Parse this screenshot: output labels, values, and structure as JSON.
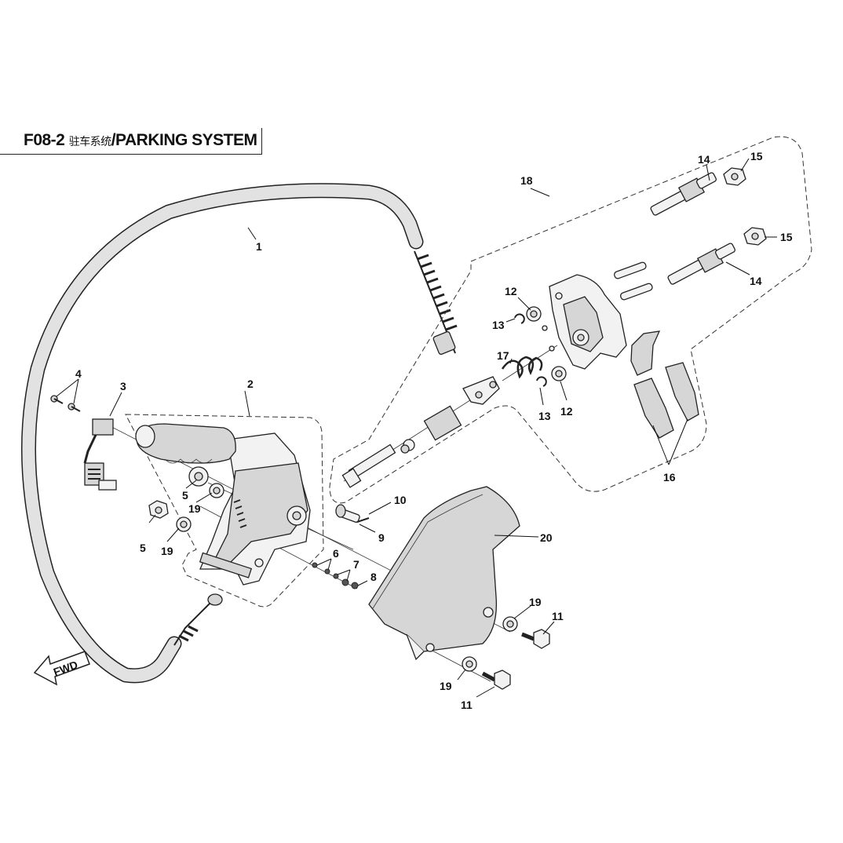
{
  "title": {
    "code": "F08-2",
    "chinese": "驻车系统",
    "english": "/PARKING SYSTEM"
  },
  "fwd_label": "FWD",
  "callouts": {
    "c1": "1",
    "c2": "2",
    "c3": "3",
    "c4": "4",
    "c5a": "5",
    "c5b": "5",
    "c6": "6",
    "c7": "7",
    "c8": "8",
    "c9": "9",
    "c10": "10",
    "c11a": "11",
    "c11b": "11",
    "c12a": "12",
    "c12b": "12",
    "c13a": "13",
    "c13b": "13",
    "c14a": "14",
    "c14b": "14",
    "c15a": "15",
    "c15b": "15",
    "c16": "16",
    "c17": "17",
    "c18": "18",
    "c19a": "19",
    "c19b": "19",
    "c19c": "19",
    "c19d": "19",
    "c20": "20"
  }
}
